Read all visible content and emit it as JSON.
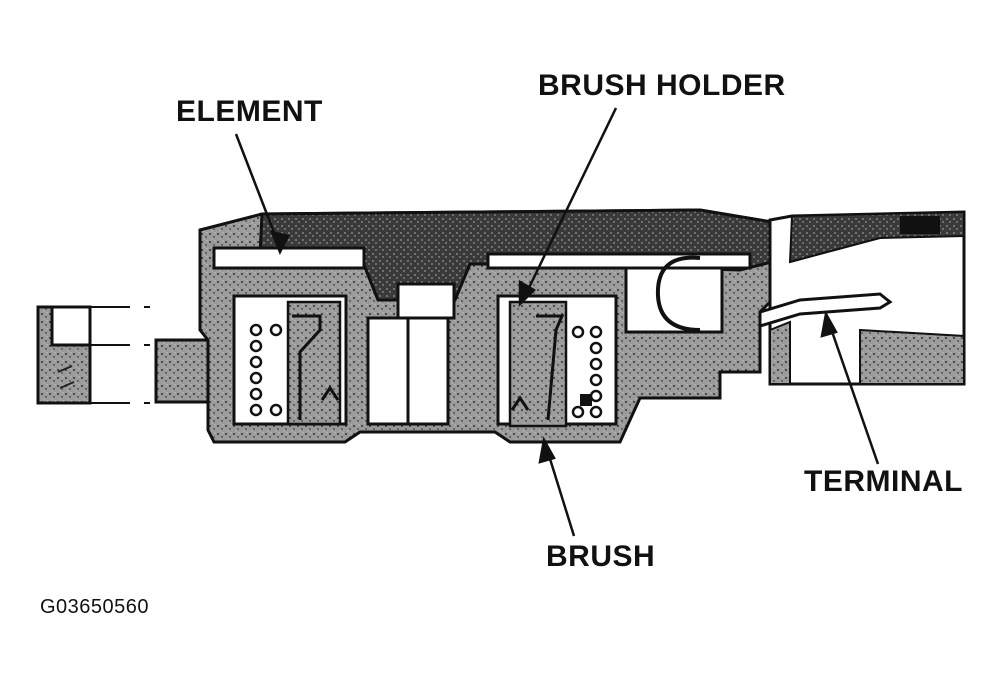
{
  "diagram": {
    "labels": {
      "element": "ELEMENT",
      "brush_holder": "BRUSH HOLDER",
      "terminal": "TERMINAL",
      "brush": "BRUSH"
    },
    "figure_id": "G03650560"
  },
  "colors": {
    "ink": "#111111",
    "stipple": "#8f8f8f",
    "background": "#ffffff"
  }
}
